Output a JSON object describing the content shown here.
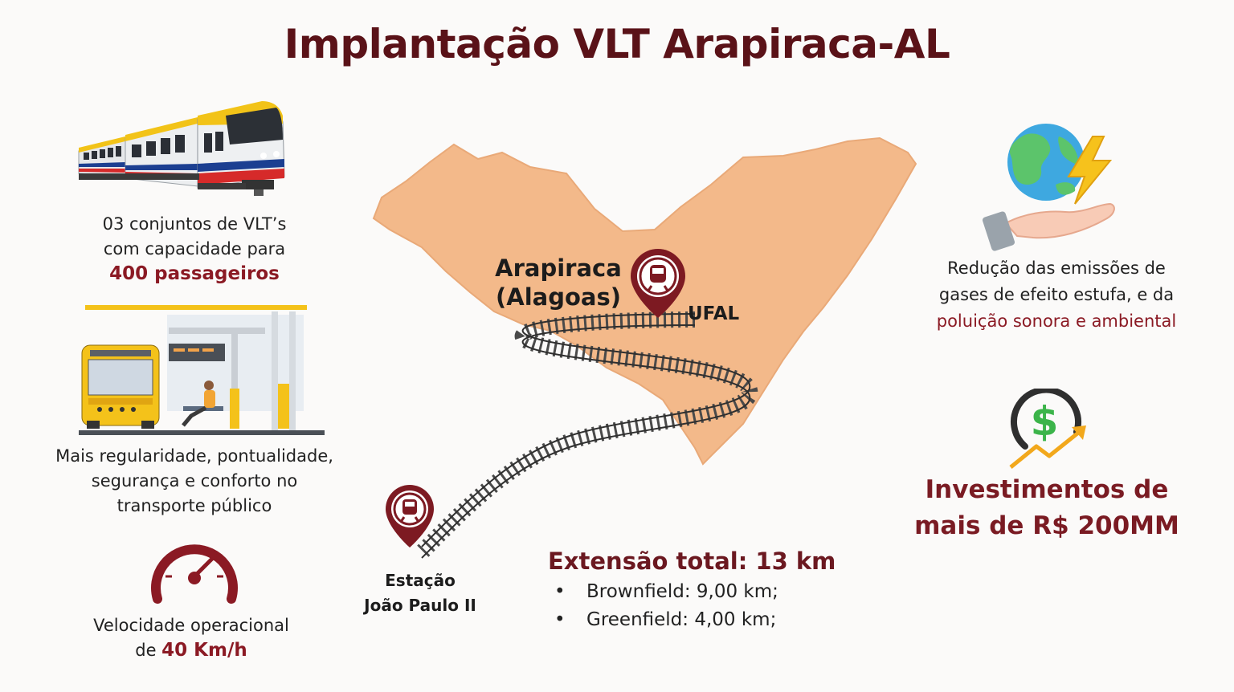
{
  "title": "Implantação VLT Arapiraca-AL",
  "left": {
    "train": {
      "line1": "03 conjuntos de VLT’s",
      "line2": "com capacidade para",
      "highlight": "400 passageiros"
    },
    "station": {
      "line1": "Mais regularidade, pontualidade,",
      "line2": "segurança e conforto no",
      "line3": "transporte público"
    },
    "speed": {
      "line1": "Velocidade operacional",
      "line2_prefix": "de",
      "highlight": "40 Km/h"
    }
  },
  "map": {
    "city_line1": "Arapiraca",
    "city_line2": "(Alagoas)",
    "pin_label_ufal": "UFAL",
    "station_line1": "Estação",
    "station_line2": "João Paulo II",
    "region_color": "#f3b98a",
    "pin_color": "#7d1a22"
  },
  "extension": {
    "title": "Extensão total: 13 km",
    "items": [
      {
        "bullet": "•",
        "text": "Brownfield: 9,00 km;"
      },
      {
        "bullet": "•",
        "text": "Greenfield: 4,00 km;"
      }
    ]
  },
  "right": {
    "emissions": {
      "line1": "Redução das emissões de",
      "line2": "gases de efeito estufa, e da",
      "highlight": "poluição sonora e ambiental"
    },
    "investment": {
      "line1": "Investimentos de",
      "line2": "mais de R$ 200MM"
    }
  },
  "icons": {
    "train": "train-icon",
    "station": "bus-station-icon",
    "speedometer": "speedometer-icon",
    "earth": "earth-energy-hand-icon",
    "money": "money-growth-icon",
    "pin": "train-location-pin-icon",
    "track": "railway-track-icon"
  }
}
